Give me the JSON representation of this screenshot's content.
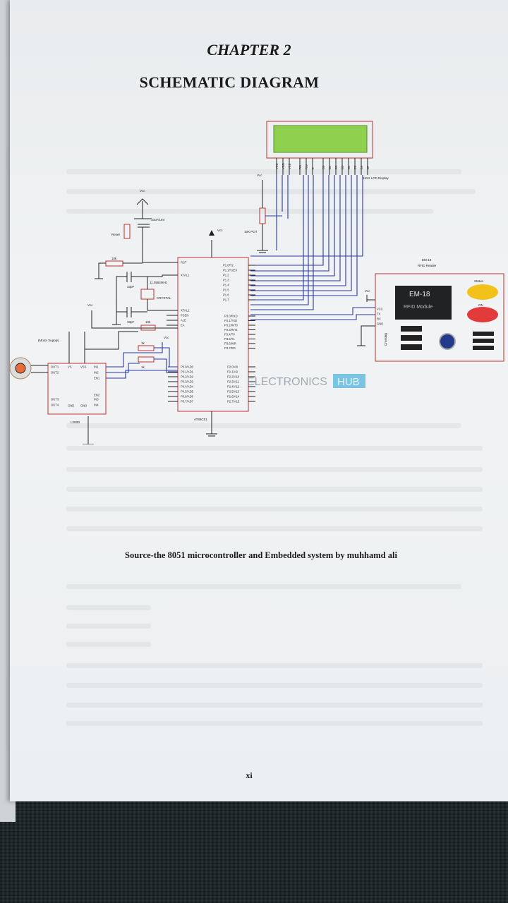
{
  "document": {
    "chapter": "CHAPTER 2",
    "title": "SCHEMATIC DIAGRAM",
    "caption": "Source-the 8051 microcontroller and Embedded system by muhhamd ali",
    "page_number": "xi"
  },
  "schematic": {
    "watermark": "ELECTRONICS",
    "watermark_badge": "HUB",
    "lcd_label": "16X2 LCD Display",
    "lcd_pins": [
      "VSS",
      "VDD",
      "VEE",
      "RS",
      "RW",
      "E",
      "D0",
      "D1",
      "D2",
      "D3",
      "D4",
      "D5",
      "D6",
      "D7"
    ],
    "pot_label": "10K POT",
    "vcc": "Vcc",
    "cap_10uf": "10uF/16V",
    "reset_label": "Reset",
    "res_10k": "10k",
    "cap_33pf": "33pF",
    "crystal_freq": "11.0592MHz",
    "crystal_label": "CRYSTAL",
    "mcu_label": "AT89C51",
    "mcu_left_pins": [
      "RST",
      "XTAL1",
      "XTAL2",
      "PSEN",
      "ALE",
      "EA"
    ],
    "mcu_p0_pins": [
      "P0.0/AD0",
      "P0.1/AD1",
      "P0.2/AD2",
      "P0.3/AD3",
      "P0.4/AD4",
      "P0.5/AD5",
      "P0.6/AD6",
      "P0.7/AD7"
    ],
    "mcu_p1_pins": [
      "P1.0/T2",
      "P1.1/T2EX",
      "P1.2",
      "P1.3",
      "P1.4",
      "P1.5",
      "P1.6",
      "P1.7"
    ],
    "mcu_p3_pins": [
      "P3.0/RXD",
      "P3.1/TXD",
      "P3.2/INT0",
      "P3.3/INT1",
      "P3.4/T0",
      "P3.5/T1",
      "P3.6/WR",
      "P3.7/RD"
    ],
    "mcu_p2_pins": [
      "P2.0/A8",
      "P2.1/A9",
      "P2.2/A10",
      "P2.3/A11",
      "P2.4/A12",
      "P2.5/A13",
      "P2.6/A14",
      "P2.7/A15"
    ],
    "driver_label": "L293D",
    "driver_pins_left": [
      "OUT1",
      "OUT2",
      "OUT3",
      "OUT4"
    ],
    "driver_pins_right": [
      "IN1",
      "IN2",
      "EN1",
      "EN2",
      "IN3",
      "IN4"
    ],
    "driver_power": [
      "VS",
      "VSS",
      "GND",
      "GND"
    ],
    "motor_supply": "(Motor Supply)",
    "rfid_title": "EM-18",
    "rfid_subtitle": "RFID Reader",
    "rfid_module_name": "EM-18",
    "rfid_module_sub": "RFID Module",
    "rfid_pins": [
      "VCC",
      "TX",
      "RX",
      "GND"
    ],
    "rfid_status": "Status",
    "rfid_on": "ON",
    "rfid_side": "Crossing",
    "res_1k": "1k"
  },
  "colors": {
    "wire": "#2a38a8",
    "component_outline": "#c13030",
    "lcd_screen": "#8fd14f",
    "status_led": "#f2c21a",
    "on_led": "#e23b3b",
    "watermark_badge": "#2aa7d6"
  }
}
